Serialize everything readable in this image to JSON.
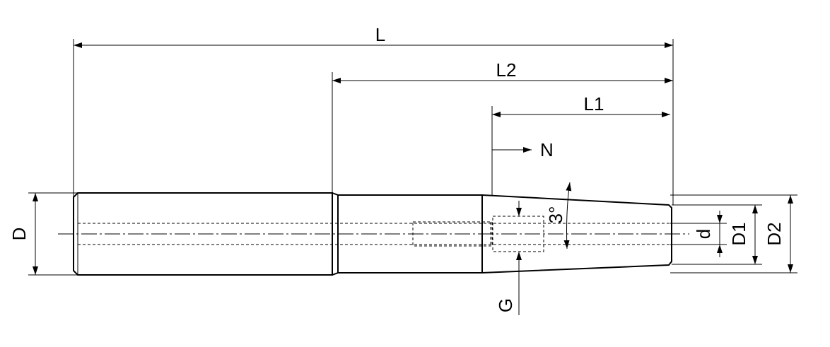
{
  "drawing": {
    "labels": {
      "L": "L",
      "L2": "L2",
      "L1": "L1",
      "N": "N",
      "angle": "3°",
      "D": "D",
      "d": "d",
      "D1": "D1",
      "D2": "D2",
      "G": "G"
    },
    "colors": {
      "ink": "#000000",
      "background": "#ffffff"
    }
  }
}
